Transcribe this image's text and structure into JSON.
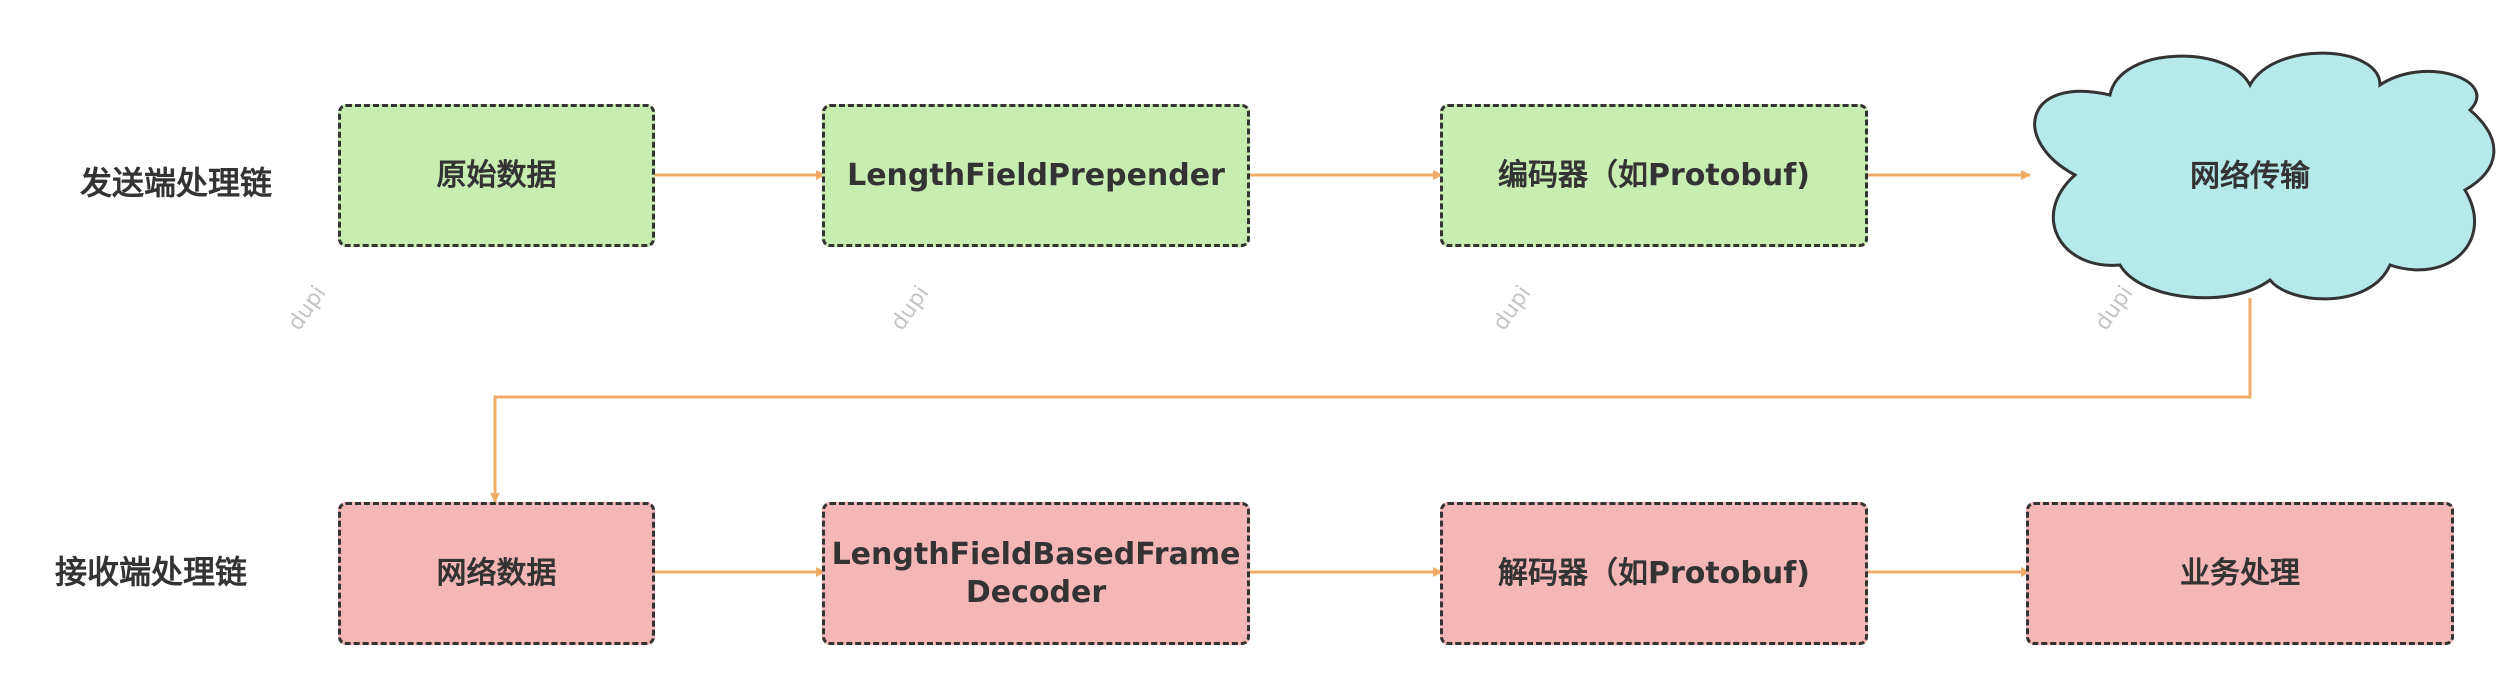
{
  "colors": {
    "sender_fill": "#c8edb1",
    "receiver_fill": "#f5b7b6",
    "cloud_fill": "#b6eaea",
    "arrow": "#f0ac66",
    "border": "#333333",
    "watermark": "#c4c4c4"
  },
  "sender": {
    "label": "发送端处理链",
    "nodes": [
      {
        "text": "原始数据"
      },
      {
        "text": "LengthFieldPrepender"
      },
      {
        "text": "编码器（如Protobuf)"
      }
    ],
    "cloud": {
      "text": "网络传输"
    }
  },
  "receiver": {
    "label": "接收端处理链",
    "nodes": [
      {
        "text": "网络数据"
      },
      {
        "line1": "LengthFieldBasedFrame",
        "line2": "Decoder"
      },
      {
        "text": "解码器（如Protobuf)"
      },
      {
        "text": "业务处理"
      }
    ]
  },
  "watermark": "dupi"
}
